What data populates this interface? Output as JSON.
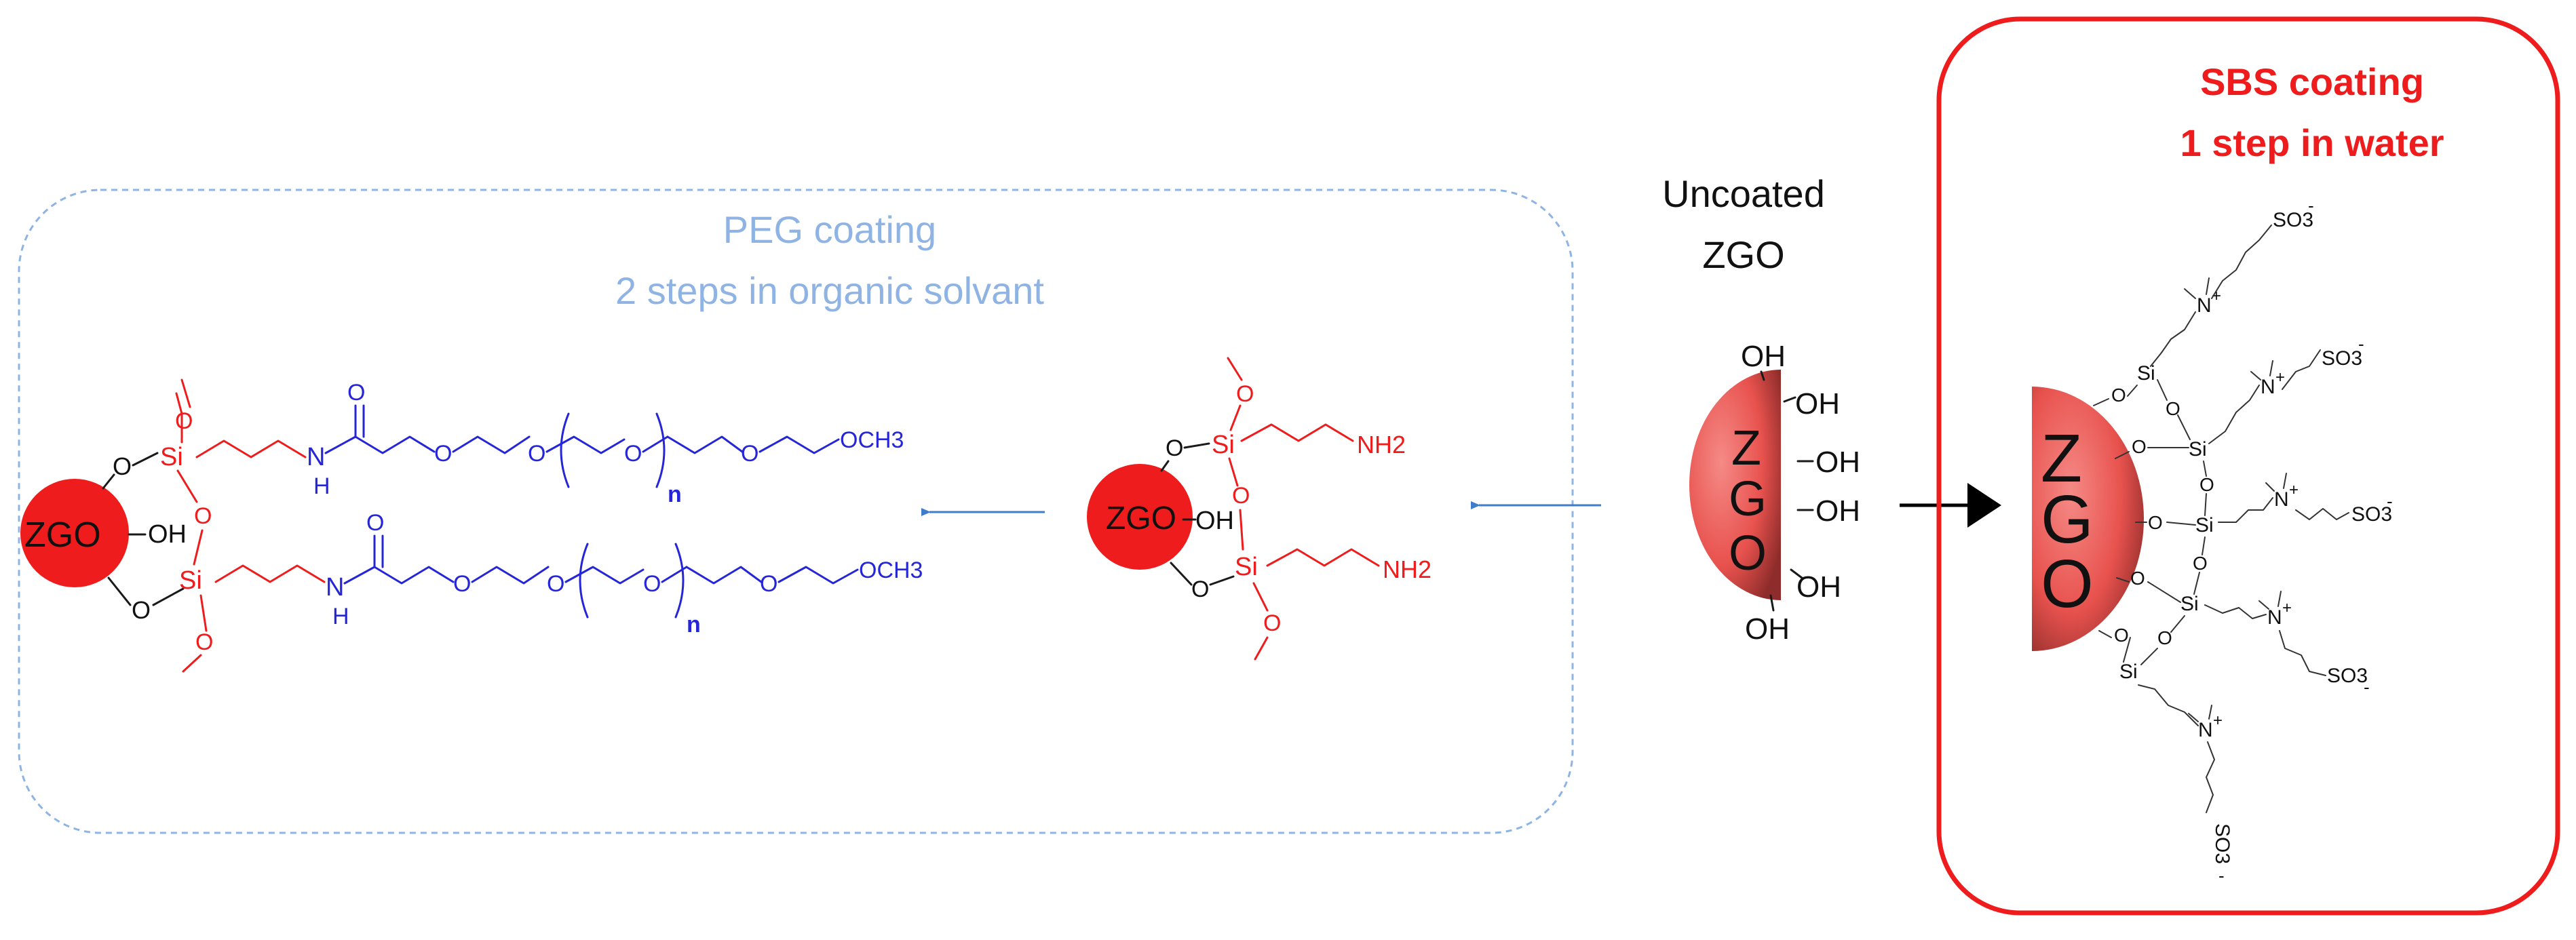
{
  "peg_panel": {
    "title_line1": "PEG coating",
    "title_line2": "2 steps in organic solvant",
    "zgo_label": "ZGO",
    "oh": "OH",
    "o": "O",
    "si": "Si",
    "nh": "N",
    "h": "H",
    "carbonyl_o": "O",
    "peg_o": "O",
    "och3": "OCH3",
    "repeat_n": "n"
  },
  "amine_intermediate": {
    "zgo_label": "ZGO",
    "oh": "OH",
    "o": "O",
    "si": "Si",
    "nh2": "NH2"
  },
  "uncoated": {
    "title_line1": "Uncoated",
    "title_line2": "ZGO",
    "core_letters": [
      "Z",
      "G",
      "O"
    ],
    "oh": "OH"
  },
  "sbs_panel": {
    "title_line1": "SBS coating",
    "title_line2": "1 step in water",
    "core_letters": [
      "Z",
      "G",
      "O"
    ],
    "o": "O",
    "si": "Si",
    "n_plus": "N",
    "plus": "+",
    "so3": "SO3",
    "minus": "-"
  },
  "colors": {
    "peg_box": "#8fb4e3",
    "sbs_box": "#ee1c1c",
    "zgo_red": "#ee1c1c",
    "peg_blue": "#2626d9",
    "arrow_blue": "#3d7dca"
  }
}
